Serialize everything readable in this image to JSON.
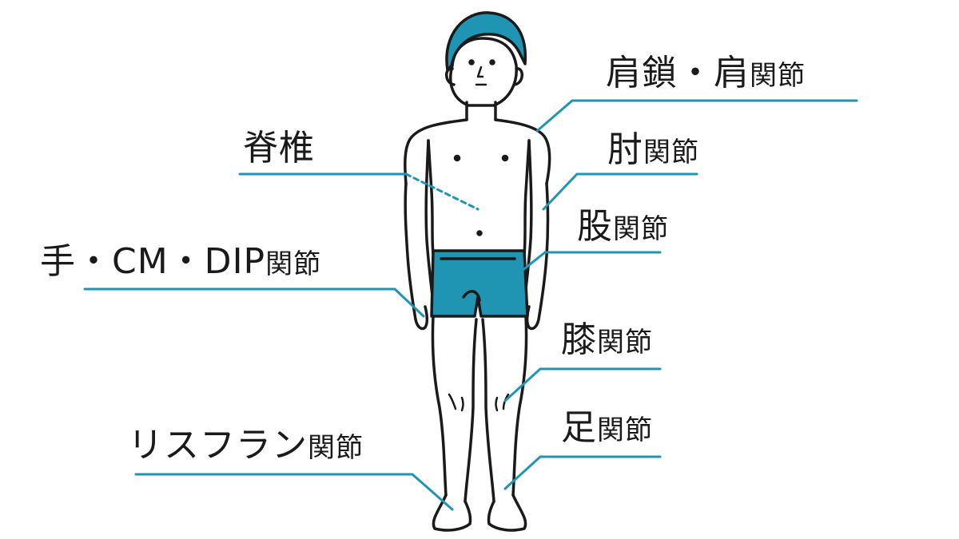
{
  "colors": {
    "accent": "#1f95b3",
    "outline": "#1a1a1a",
    "skin": "#ffffff"
  },
  "labels": {
    "shoulder": {
      "main": "肩鎖・肩",
      "suffix": "関節"
    },
    "spine": {
      "main": "脊椎",
      "suffix": ""
    },
    "elbow": {
      "main": "肘",
      "suffix": "関節"
    },
    "hip": {
      "main": "股",
      "suffix": "関節"
    },
    "hand": {
      "main": "手・CM・DIP",
      "suffix": "関節"
    },
    "knee": {
      "main": "膝",
      "suffix": "関節"
    },
    "ankle": {
      "main": "足",
      "suffix": "関節"
    },
    "lisfranc": {
      "main": "リスフラン",
      "suffix": "関節"
    }
  }
}
